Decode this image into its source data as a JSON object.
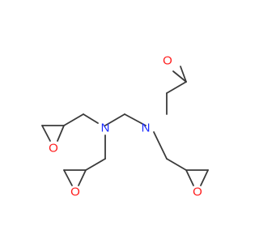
{
  "colors": {
    "bond": "#3a3a3a",
    "nitrogen": "#1a2bff",
    "oxygen": "#ff1a1a",
    "background": "#ffffff"
  },
  "atoms": {
    "nitrogen": [
      {
        "label": "N"
      },
      {
        "label": "N"
      }
    ],
    "oxygen": [
      {
        "label": "O"
      },
      {
        "label": "O"
      },
      {
        "label": "O"
      },
      {
        "label": "O"
      }
    ]
  }
}
